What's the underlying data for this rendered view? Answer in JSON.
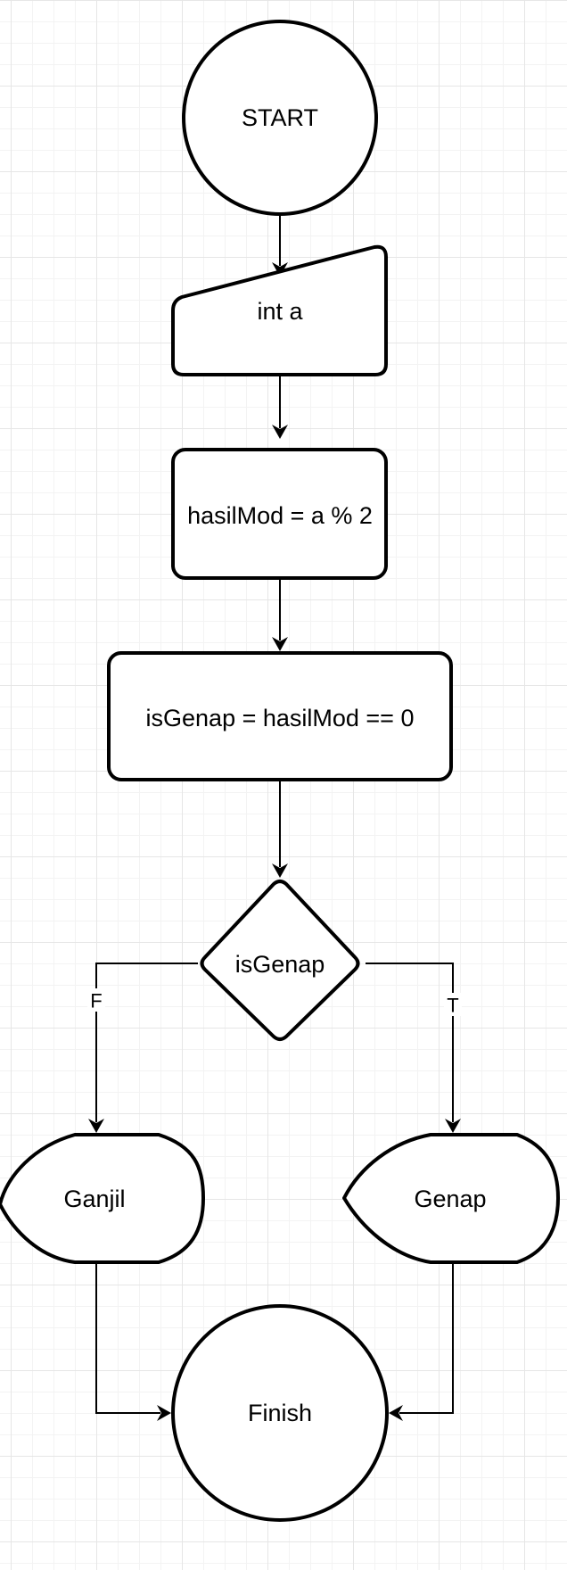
{
  "nodes": {
    "start": "START",
    "input": "int a",
    "mod": "hasilMod = a % 2",
    "compare": "isGenap = hasilMod == 0",
    "decision": "isGenap",
    "odd": "Ganjil",
    "even": "Genap",
    "finish": "Finish"
  },
  "edges": {
    "false_label": "F",
    "true_label": "T"
  }
}
